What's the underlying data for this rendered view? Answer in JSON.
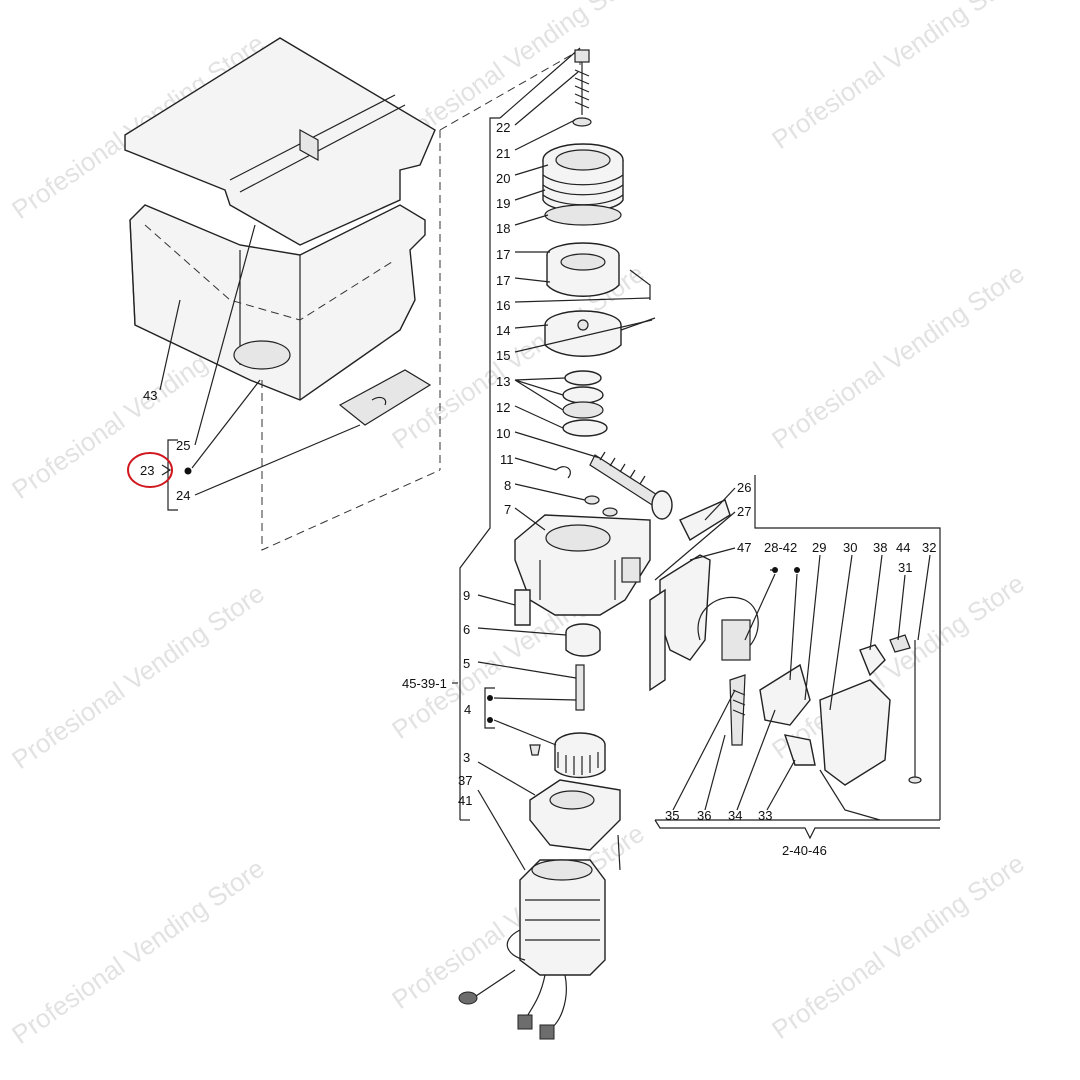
{
  "watermark": {
    "text": "Profesional Vending Store",
    "text_short": "Store",
    "color": "#d9d9d9"
  },
  "highlight": {
    "part": "23",
    "color": "#d0181f"
  },
  "labels": {
    "p43": "43",
    "p25": "25",
    "p23": "23",
    "p24": "24",
    "p22": "22",
    "p21": "21",
    "p20": "20",
    "p19": "19",
    "p18": "18",
    "p17a": "17",
    "p17b": "17",
    "p16": "16",
    "p14": "14",
    "p15": "15",
    "p13": "13",
    "p12": "12",
    "p10": "10",
    "p11": "11",
    "p8": "8",
    "p7": "7",
    "p26": "26",
    "p27": "27",
    "p47": "47",
    "p28_42": "28-42",
    "p29": "29",
    "p30": "30",
    "p38": "38",
    "p44": "44",
    "p31": "31",
    "p32": "32",
    "p9": "9",
    "p6": "6",
    "p5": "5",
    "p45_39_1": "45-39-1",
    "p4": "4",
    "p3": "3",
    "p37": "37",
    "p41": "41",
    "p35": "35",
    "p36": "36",
    "p34": "34",
    "p33": "33",
    "p2_40_46": "2-40-46"
  }
}
